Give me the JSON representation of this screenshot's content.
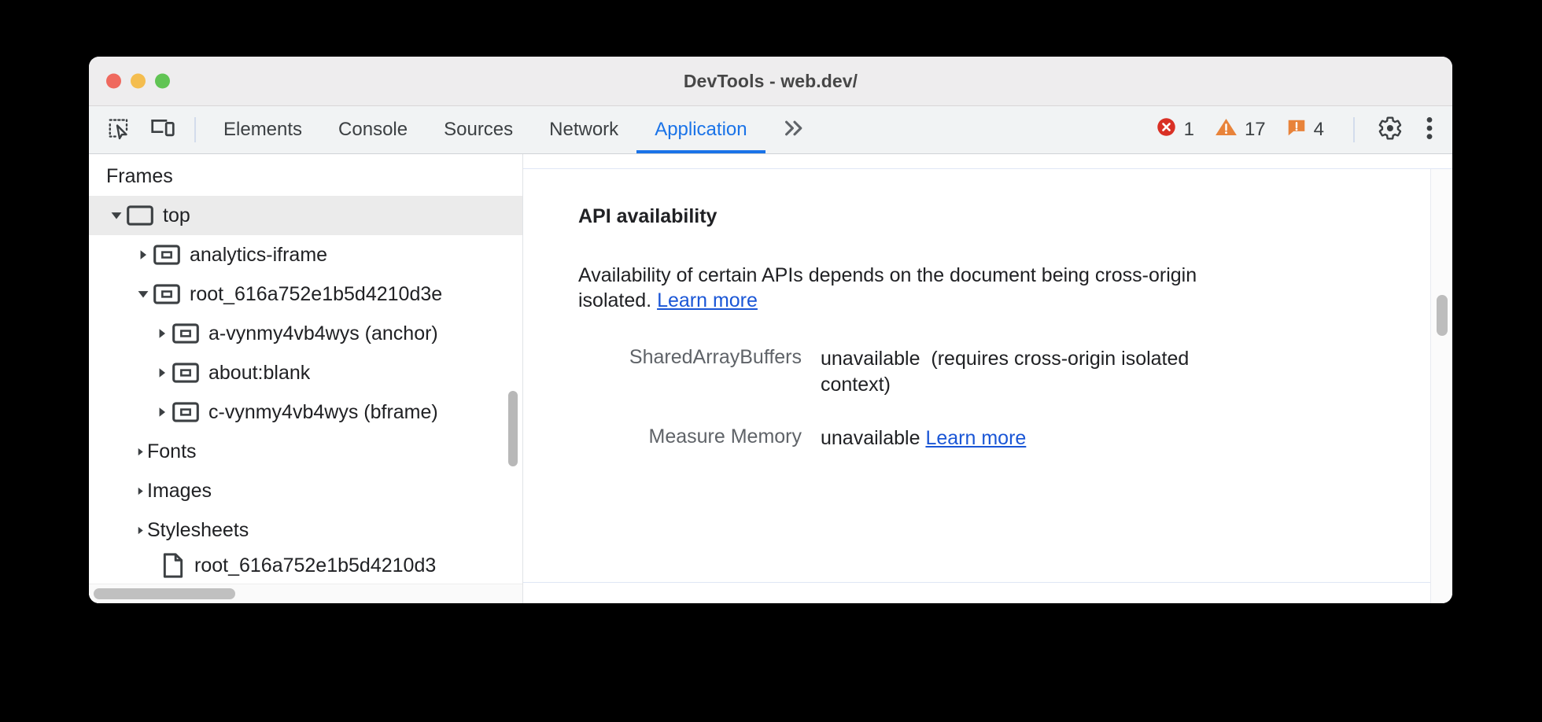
{
  "window": {
    "title": "DevTools - web.dev/",
    "traffic_lights": [
      "close",
      "minimize",
      "maximize"
    ]
  },
  "toolbar": {
    "inspect_icon": "inspect-element-icon",
    "device_icon": "device-toolbar-icon",
    "tabs": [
      {
        "label": "Elements",
        "active": false
      },
      {
        "label": "Console",
        "active": false
      },
      {
        "label": "Sources",
        "active": false
      },
      {
        "label": "Network",
        "active": false
      },
      {
        "label": "Application",
        "active": true
      }
    ],
    "overflow_label": "»",
    "badges": [
      {
        "icon": "error-icon",
        "count": "1",
        "color": "#d93025"
      },
      {
        "icon": "warning-icon",
        "count": "17",
        "color": "#e8833a"
      },
      {
        "icon": "issue-icon",
        "count": "4",
        "color": "#e8833a"
      }
    ],
    "settings_icon": "gear-icon",
    "more_icon": "more-vertical-icon"
  },
  "sidebar": {
    "header": "Frames",
    "tree": [
      {
        "label": "top",
        "indent": 0,
        "twisty": "down",
        "icon": "frame-page-icon",
        "selected": true
      },
      {
        "label": "analytics-iframe",
        "indent": 1,
        "twisty": "right",
        "icon": "frame-iframe-icon",
        "selected": false
      },
      {
        "label": "root_616a752e1b5d4210d3e",
        "indent": 1,
        "twisty": "down",
        "icon": "frame-iframe-icon",
        "selected": false
      },
      {
        "label": "a-vynmy4vb4wys (anchor)",
        "indent": 2,
        "twisty": "right",
        "icon": "frame-iframe-icon",
        "selected": false
      },
      {
        "label": "about:blank",
        "indent": 2,
        "twisty": "right",
        "icon": "frame-iframe-icon",
        "selected": false
      },
      {
        "label": "c-vynmy4vb4wys (bframe)",
        "indent": 2,
        "twisty": "right",
        "icon": "frame-iframe-icon",
        "selected": false
      },
      {
        "label": "Fonts",
        "indent": 1,
        "twisty": "right-small",
        "icon": "none",
        "selected": false
      },
      {
        "label": "Images",
        "indent": 1,
        "twisty": "right-small",
        "icon": "none",
        "selected": false
      },
      {
        "label": "Stylesheets",
        "indent": 1,
        "twisty": "right-small",
        "icon": "none",
        "selected": false
      },
      {
        "label": "root_616a752e1b5d4210d3",
        "indent": 2,
        "twisty": "none",
        "icon": "document-icon",
        "selected": false
      }
    ]
  },
  "main": {
    "section_title": "API availability",
    "paragraph_prefix": "Availability of certain APIs depends on the document being cross-origin isolated. ",
    "paragraph_link": "Learn more",
    "rows": [
      {
        "key": "SharedArrayBuffers",
        "value": "unavailable",
        "note": "(requires cross-origin isolated context)",
        "link": ""
      },
      {
        "key": "Measure Memory",
        "value": "unavailable",
        "note": "",
        "link": "Learn more"
      }
    ]
  },
  "colors": {
    "accent": "#1a73e8",
    "link": "#1a56d6",
    "error": "#d93025",
    "warning": "#e8833a",
    "tabstrip_bg": "#f1f3f4",
    "titlebar_bg": "#eeedee"
  }
}
